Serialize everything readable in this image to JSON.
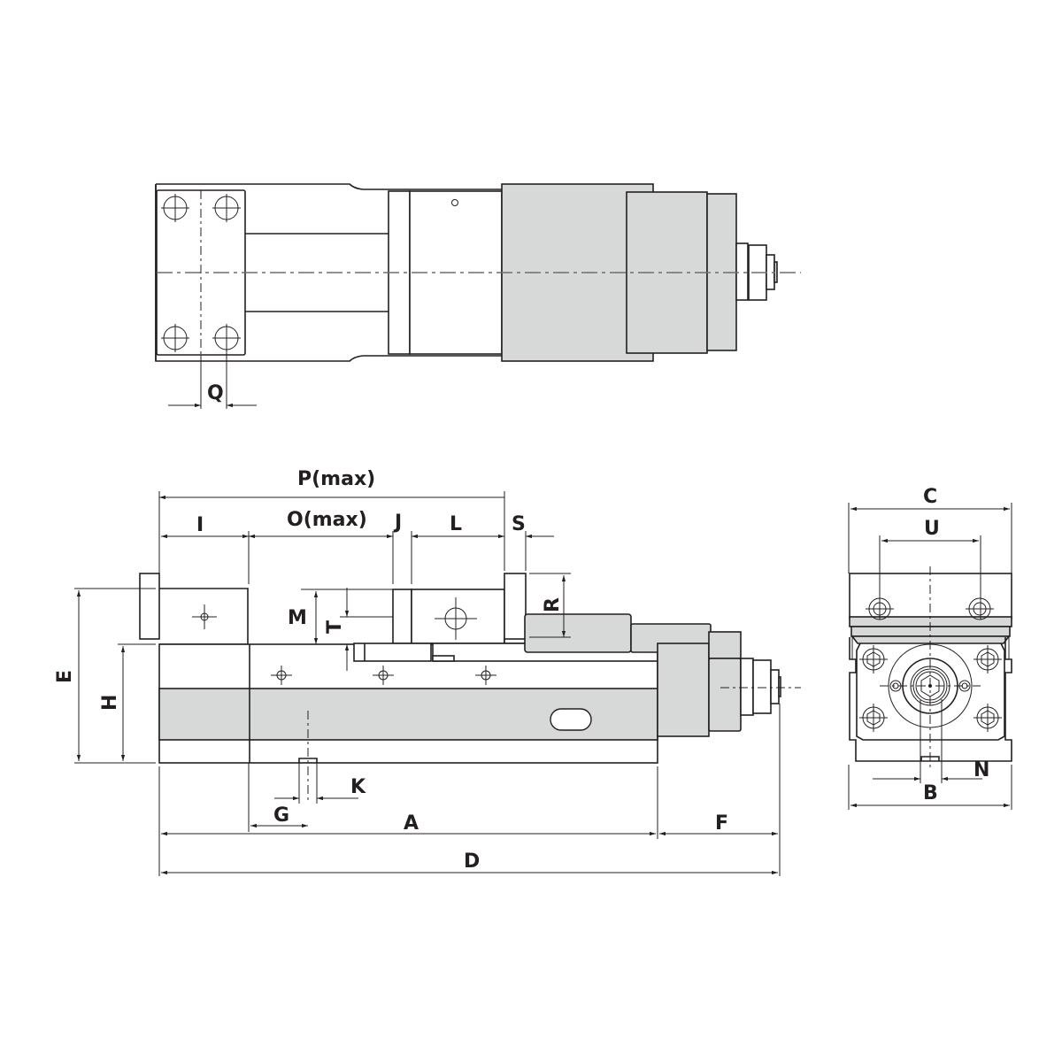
{
  "diagram": {
    "title": "Vise dimension drawing",
    "colors": {
      "line": "#231f20",
      "fill": "#d7d8d8",
      "centerline": "#6d6e71",
      "background": "#ffffff"
    },
    "views": {
      "top": {
        "name": "top-view"
      },
      "side": {
        "name": "side-view"
      },
      "end": {
        "name": "end-view"
      }
    },
    "labels": {
      "Q": "Q",
      "P": "P(max)",
      "I": "I",
      "O": "O(max)",
      "J": "J",
      "L": "L",
      "S": "S",
      "M": "M",
      "T": "T",
      "R": "R",
      "E": "E",
      "H": "H",
      "K": "K",
      "G": "G",
      "A": "A",
      "F": "F",
      "D": "D",
      "C": "C",
      "U": "U",
      "N": "N",
      "B": "B"
    }
  }
}
